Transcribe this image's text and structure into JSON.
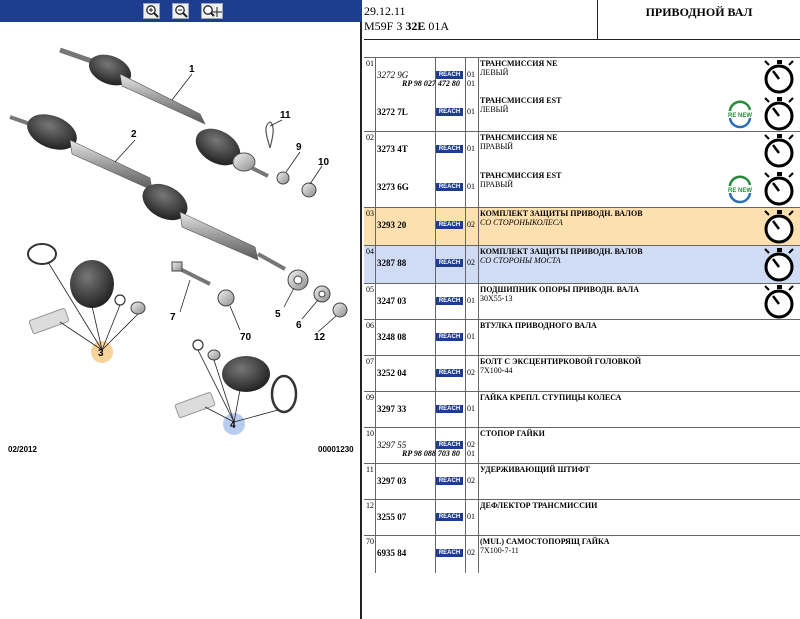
{
  "zoom": {
    "zoom_in": "zoom-in",
    "zoom_out": "zoom-out",
    "zoom_fit": "zoom-fit"
  },
  "diagram": {
    "callouts": [
      "1",
      "2",
      "3",
      "4",
      "5",
      "6",
      "7",
      "9",
      "10",
      "11",
      "12",
      "70"
    ],
    "date": "02/2012",
    "figure_number": "00001230",
    "highlight_colors": {
      "group3": "#f8d29b",
      "group4": "#b9ccf0"
    }
  },
  "header": {
    "date": "29.12.11",
    "code_prefix": "M59F 3",
    "code_bold": "32E",
    "code_suffix": "01A",
    "title": "ПРИВОДНОЙ ВАЛ"
  },
  "reach_label": "REACH",
  "colors": {
    "accent": "#1f3d8f",
    "row_orange": "#fde0b0",
    "row_blue": "#cfdcf3"
  },
  "parts": [
    {
      "group": "01",
      "entries": [
        {
          "code": "3272 9G",
          "code_alt": true,
          "rp": "RP 98 027 472 80",
          "qty": [
            "01",
            "01"
          ],
          "desc1": "ТРАНСМИССИЯ NE",
          "desc2": "ЛЕВЫЙ",
          "watch": true,
          "renew": false
        },
        {
          "code": "3272 7L",
          "code_alt": false,
          "rp": "",
          "qty": [
            "01"
          ],
          "desc1": "ТРАНСМИССИЯ EST",
          "desc2": "ЛЕВЫЙ",
          "watch": true,
          "renew": true
        }
      ]
    },
    {
      "group": "02",
      "entries": [
        {
          "code": "3273 4T",
          "code_alt": false,
          "rp": "",
          "qty": [
            "01"
          ],
          "desc1": "ТРАНСМИССИЯ NE",
          "desc2": "ПРАВЫЙ",
          "watch": true,
          "renew": false
        },
        {
          "code": "3273 6G",
          "code_alt": false,
          "rp": "",
          "qty": [
            "01"
          ],
          "desc1": "ТРАНСМИССИЯ EST",
          "desc2": "ПРАВЫЙ",
          "watch": true,
          "renew": true
        }
      ]
    },
    {
      "group": "03",
      "entries": [
        {
          "code": "3293 20",
          "code_alt": false,
          "rp": "",
          "qty": [
            "02"
          ],
          "desc1": "КОМПЛЕКТ ЗАЩИТЫ ПРИВОДН. ВАЛОВ",
          "desc2": "СО СТОРОНЫКОЛЕСА",
          "watch": true,
          "renew": false
        }
      ]
    },
    {
      "group": "04",
      "entries": [
        {
          "code": "3287 88",
          "code_alt": false,
          "rp": "",
          "qty": [
            "02"
          ],
          "desc1": "КОМПЛЕКТ ЗАЩИТЫ ПРИВОДН. ВАЛОВ",
          "desc2": "СО СТОРОНЫ МОСТА",
          "watch": true,
          "renew": false
        }
      ]
    },
    {
      "group": "05",
      "entries": [
        {
          "code": "3247 03",
          "code_alt": false,
          "rp": "",
          "qty": [
            "01"
          ],
          "desc1": "ПОДШИПНИК ОПОРЫ ПРИВОДН. ВАЛА",
          "desc2": "30X55-13",
          "watch": true,
          "renew": false
        }
      ]
    },
    {
      "group": "06",
      "entries": [
        {
          "code": "3248 08",
          "code_alt": false,
          "rp": "",
          "qty": [
            "01"
          ],
          "desc1": "ВТУЛКА ПРИВОДНОГО ВАЛА",
          "desc2": "",
          "watch": false,
          "renew": false
        }
      ]
    },
    {
      "group": "07",
      "entries": [
        {
          "code": "3252 04",
          "code_alt": false,
          "rp": "",
          "qty": [
            "02"
          ],
          "desc1": "БОЛТ С ЭКСЦЕНТИРКОВОЙ ГОЛОВКОЙ",
          "desc2": "7X100-44",
          "watch": false,
          "renew": false
        }
      ]
    },
    {
      "group": "09",
      "entries": [
        {
          "code": "3297 33",
          "code_alt": false,
          "rp": "",
          "qty": [
            "01"
          ],
          "desc1": "ГАЙКА КРЕПЛ. СТУПИЦЫ КОЛЕСА",
          "desc2": "",
          "watch": false,
          "renew": false
        }
      ]
    },
    {
      "group": "10",
      "entries": [
        {
          "code": "3297 55",
          "code_alt": true,
          "rp": "RP 98 088 703 80",
          "qty": [
            "02",
            "01"
          ],
          "desc1": "СТОПОР ГАЙКИ",
          "desc2": "",
          "watch": false,
          "renew": false
        }
      ]
    },
    {
      "group": "11",
      "entries": [
        {
          "code": "3297 03",
          "code_alt": false,
          "rp": "",
          "qty": [
            "02"
          ],
          "desc1": "УДЕРЖИВАЮЩИЙ ШТИФТ",
          "desc2": "",
          "watch": false,
          "renew": false
        }
      ]
    },
    {
      "group": "12",
      "entries": [
        {
          "code": "3255 07",
          "code_alt": false,
          "rp": "",
          "qty": [
            "01"
          ],
          "desc1": "ДЕФЛЕКТОР ТРАНСМИССИИ",
          "desc2": "",
          "watch": false,
          "renew": false
        }
      ]
    },
    {
      "group": "70",
      "entries": [
        {
          "code": "6935 84",
          "code_alt": false,
          "rp": "",
          "qty": [
            "02"
          ],
          "desc1": "(MUL) САМОСТОПОРЯЩ ГАЙКА",
          "desc2": "7X100-7-11",
          "watch": false,
          "renew": false
        }
      ]
    }
  ]
}
